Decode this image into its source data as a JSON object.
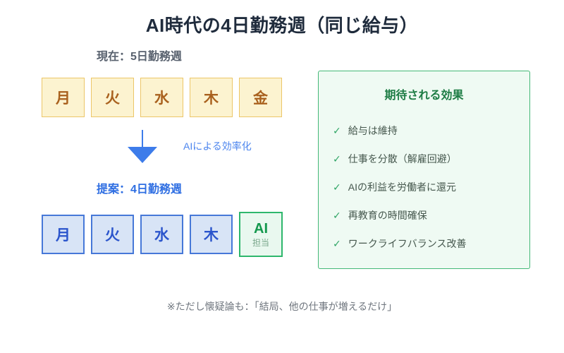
{
  "title": "AI時代の4日勤務週（同じ給与）",
  "current": {
    "label": "現在：5日勤務週",
    "days": [
      "月",
      "火",
      "水",
      "木",
      "金"
    ]
  },
  "transition": {
    "label": "AIによる効率化",
    "arrow_icon": "down-arrow"
  },
  "proposal": {
    "label": "提案：4日勤務週",
    "days": [
      "月",
      "火",
      "水",
      "木"
    ],
    "ai_box": {
      "line1": "AI",
      "line2": "担当"
    }
  },
  "effects_panel": {
    "title": "期待される効果",
    "check_icon": "✓",
    "items": [
      "給与は維持",
      "仕事を分散（解雇回避）",
      "AIの利益を労働者に還元",
      "再教育の時間確保",
      "ワークライフバランス改善"
    ]
  },
  "footnote": "※ただし懐疑論も：「結局、他の仕事が増えるだけ」",
  "colors": {
    "title_text": "#1F2B3C",
    "current_box_bg": "#FCF3D0",
    "current_box_border": "#ECC668",
    "current_box_text": "#A9611E",
    "proposal_box_bg": "#D8E4F6",
    "proposal_box_border": "#4678D8",
    "proposal_box_text": "#2B55CC",
    "ai_box_bg": "#E9F8EF",
    "ai_box_border": "#2EB76C",
    "ai_box_text": "#13984D",
    "arrow": "#3D7CEA",
    "panel_bg": "#EFFAF3",
    "panel_border": "#44B877",
    "panel_title": "#1D7C44",
    "check": "#2FA565"
  }
}
